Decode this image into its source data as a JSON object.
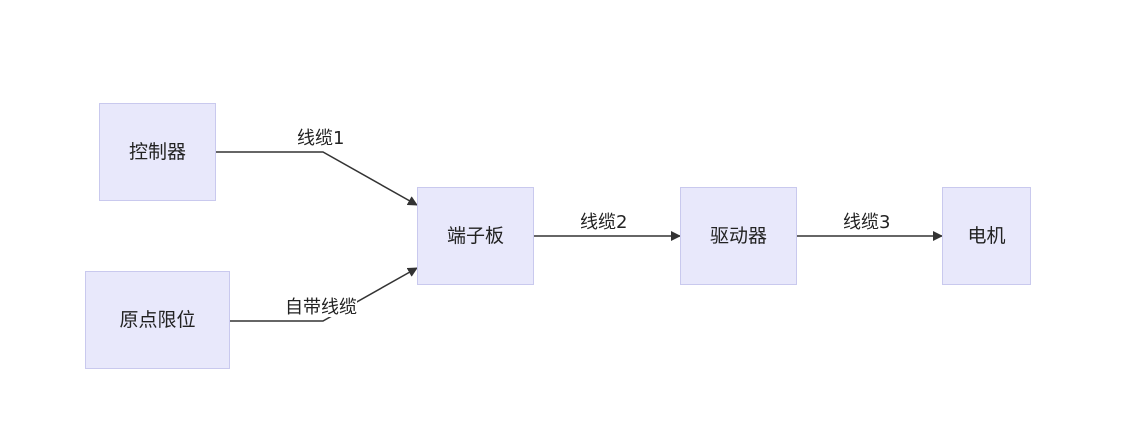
{
  "nodes": {
    "controller": "控制器",
    "origin_limit": "原点限位",
    "terminal_board": "端子板",
    "driver": "驱动器",
    "motor": "电机"
  },
  "edges": {
    "controller_to_terminal": "线缆1",
    "origin_to_terminal": "自带线缆",
    "terminal_to_driver": "线缆2",
    "driver_to_motor": "线缆3"
  },
  "colors": {
    "node_fill": "#e8e8fb",
    "node_border": "#c9c9ee",
    "edge": "#333333"
  }
}
